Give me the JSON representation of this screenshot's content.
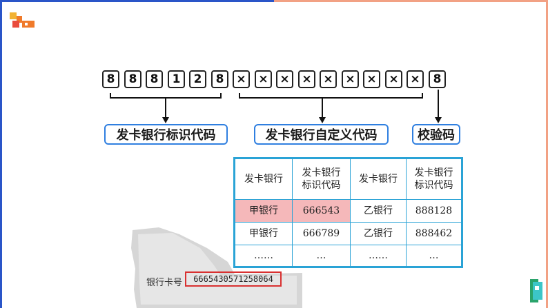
{
  "card_digits": {
    "issuer_id": [
      "8",
      "8",
      "8",
      "1",
      "2",
      "8"
    ],
    "custom_code": [
      "×",
      "×",
      "×",
      "×",
      "×",
      "×",
      "×",
      "×",
      "×"
    ],
    "check_digit": "8"
  },
  "labels": {
    "issuer_id": "发卡银行标识代码",
    "custom_code": "发卡银行自定义代码",
    "check_digit": "校验码"
  },
  "table": {
    "headers": [
      "发卡银行",
      "发卡银行\n标识代码",
      "发卡银行",
      "发卡银行\n标识代码"
    ],
    "rows": [
      [
        "甲银行",
        "666543",
        "乙银行",
        "888128"
      ],
      [
        "甲银行",
        "666789",
        "乙银行",
        "888462"
      ],
      [
        "……",
        "…",
        "……",
        "…"
      ]
    ],
    "highlight_color": "#f5b8ba",
    "border_color": "#2aa3d6"
  },
  "card_image": {
    "label": "银行卡号",
    "number": "6665430571258064"
  },
  "colors": {
    "frame_left": "#2a55c8",
    "frame_right": "#f2a184",
    "label_border": "#2f7fe0"
  }
}
